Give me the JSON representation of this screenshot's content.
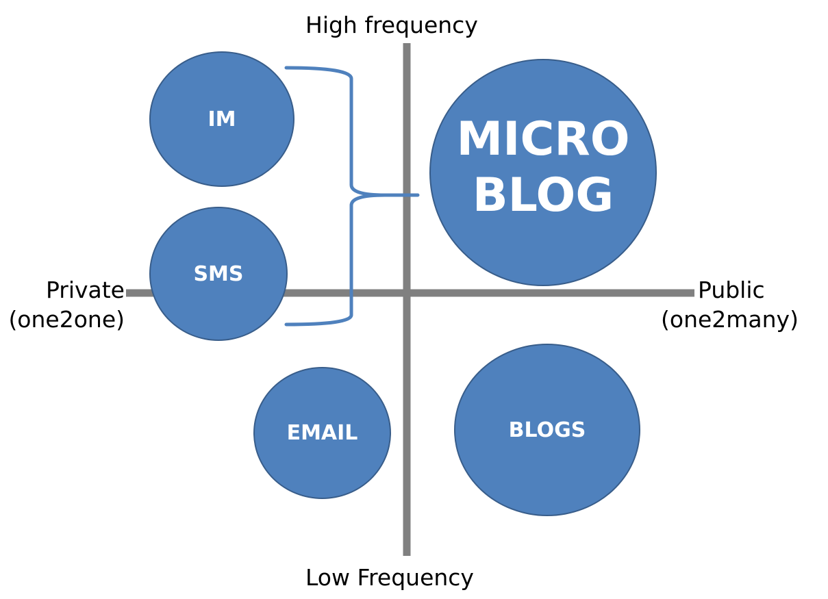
{
  "axes": {
    "top": "High frequency",
    "bottom": "Low Frequency",
    "left": [
      "Private",
      "(one2one)"
    ],
    "right": [
      "Public",
      "(one2many)"
    ]
  },
  "bubbles": {
    "im": "IM",
    "sms": "SMS",
    "email": "EMAIL",
    "blogs": "BLOGS",
    "micro": [
      "MICRO",
      "BLOG"
    ]
  },
  "colors": {
    "bubble_fill": "#4f81bd",
    "bubble_border": "#385d8a",
    "axis": "#808080",
    "brace": "#4f81bd"
  }
}
